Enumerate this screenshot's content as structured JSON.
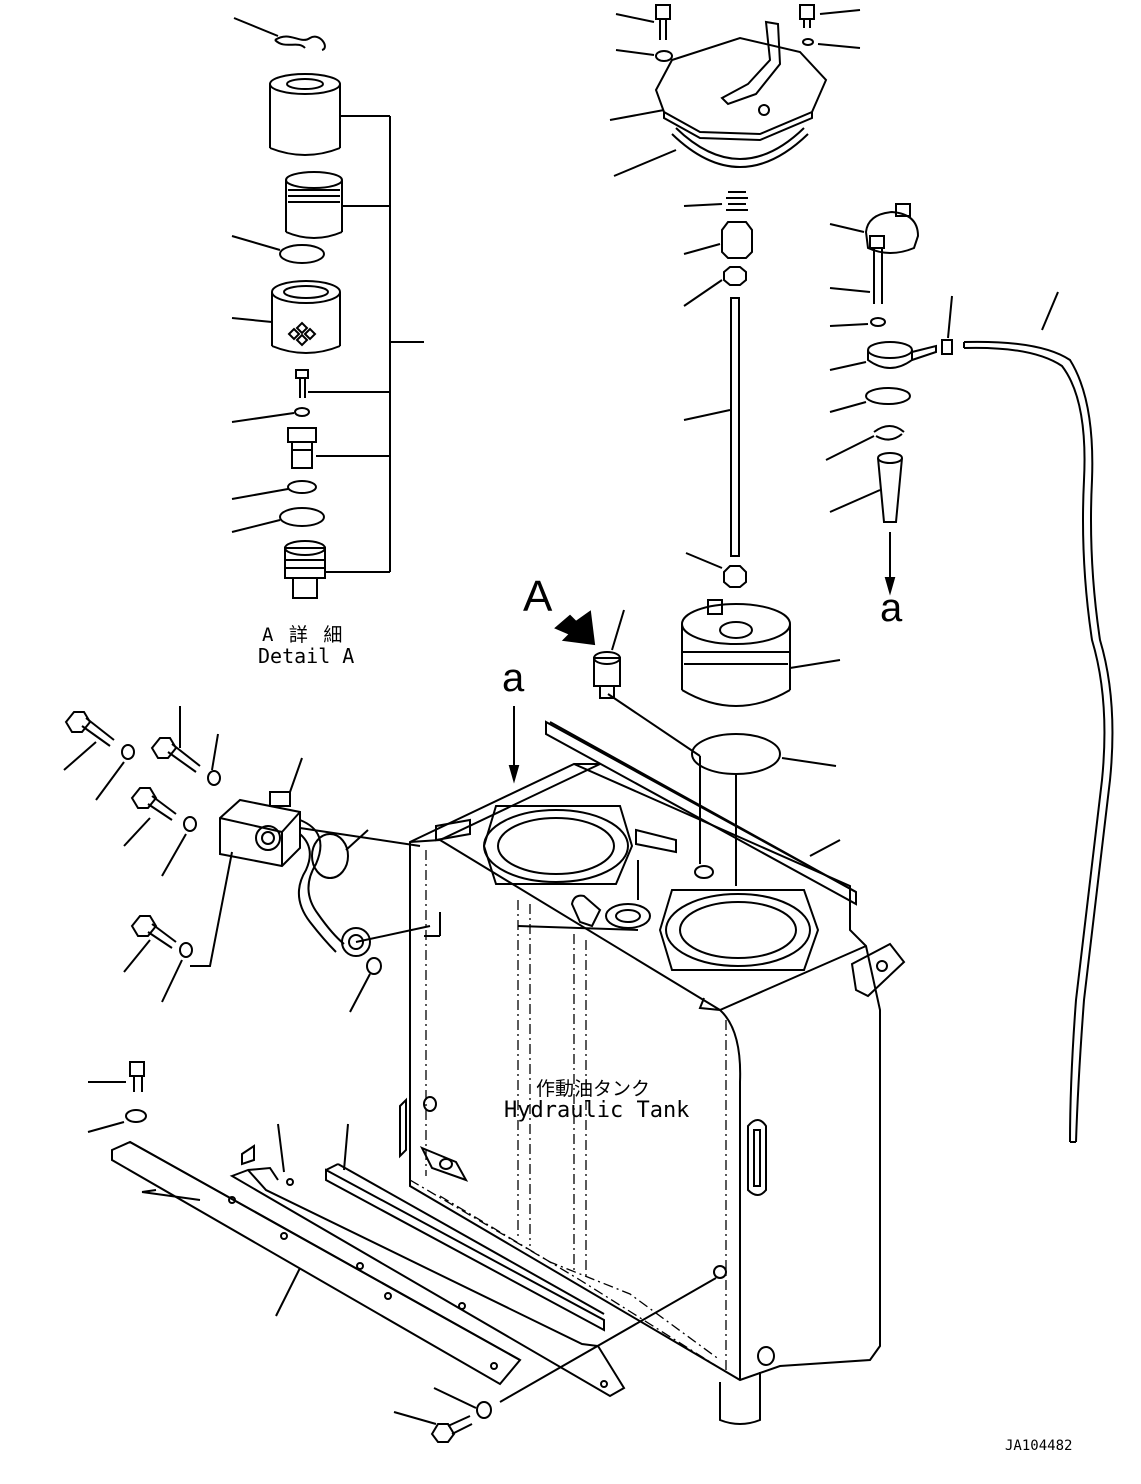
{
  "labels": {
    "detail_jp": "A 詳 細",
    "detail_en": "Detail A",
    "view_a_upper": "A",
    "ref_a_left": "a",
    "ref_a_right": "a",
    "tank_jp": "作動油タンク",
    "tank_en": "Hydraulic Tank",
    "drawing_number": "JA104482"
  }
}
